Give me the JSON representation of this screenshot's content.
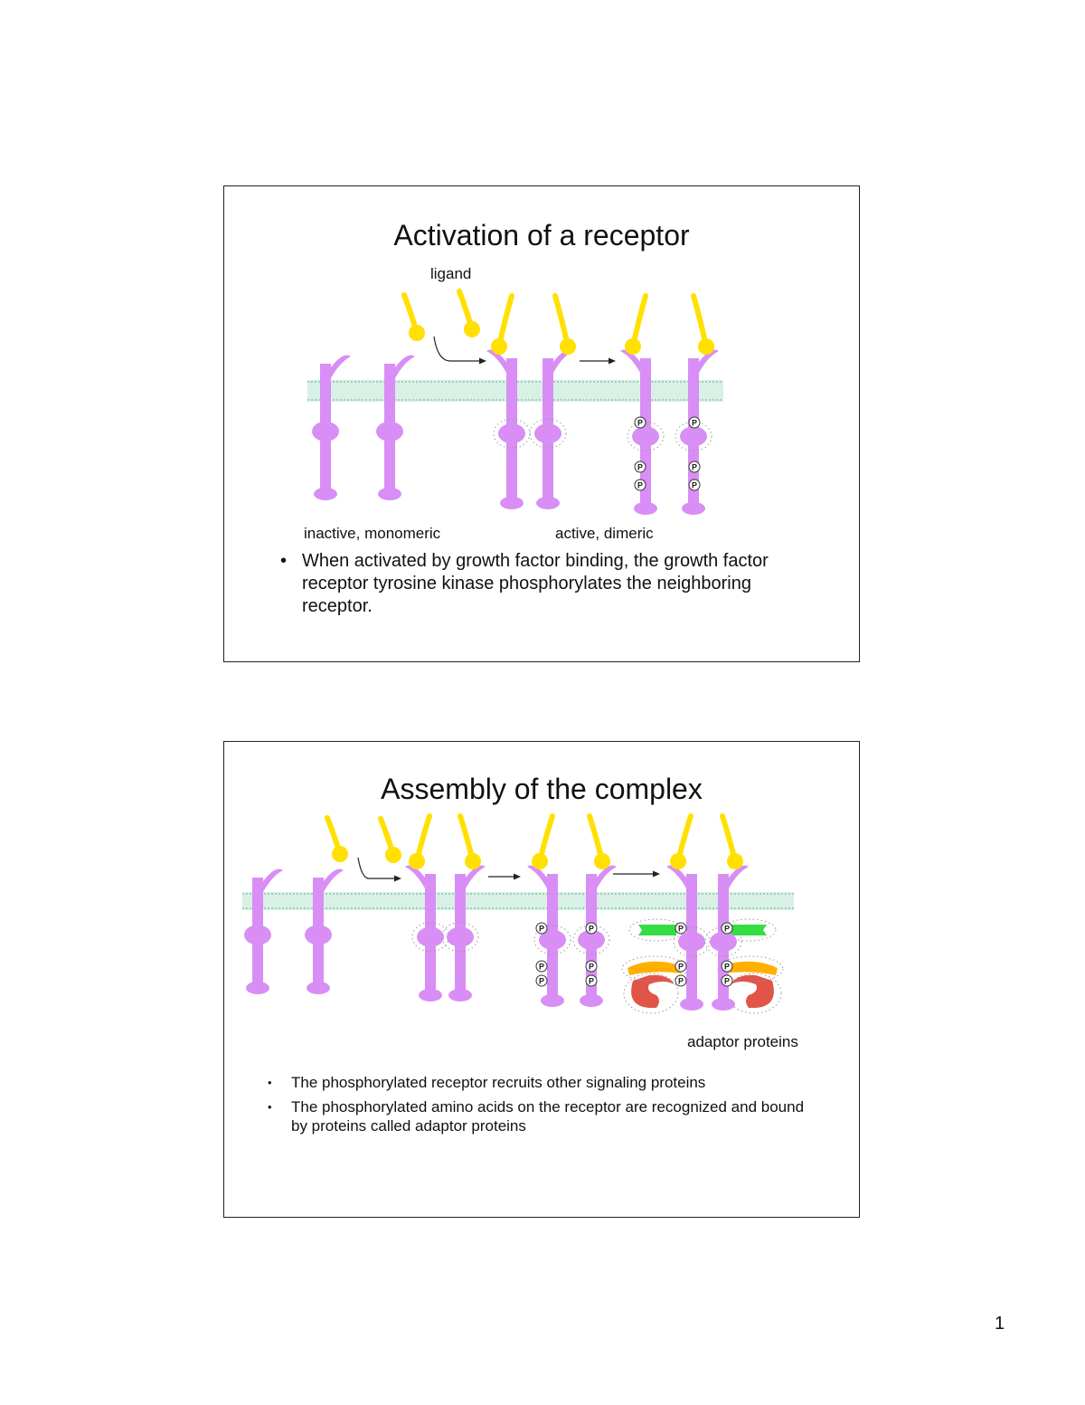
{
  "slides": [
    {
      "title": "Activation of a receptor",
      "labels": {
        "ligand": "ligand",
        "inactive": "inactive, monomeric",
        "active": "active, dimeric"
      },
      "bullets": [
        "When activated by growth factor binding, the growth factor receptor tyrosine kinase phosphorylates the neighboring receptor."
      ]
    },
    {
      "title": "Assembly of the complex",
      "labels": {
        "adaptor": "adaptor proteins"
      },
      "bullets": [
        "The phosphorylated receptor recruits other signaling proteins",
        "The phosphorylated amino acids on the receptor are recognized and bound by proteins called adaptor proteins"
      ]
    }
  ],
  "phospho_marker": "P",
  "page_number": "1",
  "colors": {
    "receptor": "#d88ef5",
    "ligand": "#ffe000",
    "membrane": "#d8f0e6",
    "membrane_dots": "#9fd3b4",
    "adaptor_green": "#33dd44",
    "adaptor_orange": "#ffb000",
    "adaptor_red": "#e05548"
  }
}
